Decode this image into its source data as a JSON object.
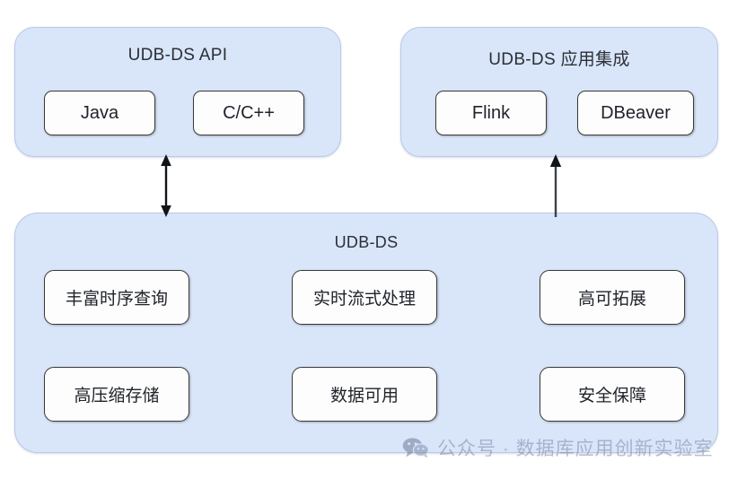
{
  "diagram": {
    "title_hidden": "UDB-DS architecture diagram",
    "panels": [
      {
        "id": "api",
        "title": "UDB-DS  API",
        "items": [
          {
            "label": "Java"
          },
          {
            "label": "C/C++"
          }
        ]
      },
      {
        "id": "integration",
        "title": "UDB-DS 应用集成",
        "items": [
          {
            "label": "Flink"
          },
          {
            "label": "DBeaver"
          }
        ]
      },
      {
        "id": "core",
        "title": "UDB-DS",
        "items": [
          {
            "label": "丰富时序查询"
          },
          {
            "label": "实时流式处理"
          },
          {
            "label": "高可拓展"
          },
          {
            "label": "高压缩存储"
          },
          {
            "label": "数据可用"
          },
          {
            "label": "安全保障"
          }
        ]
      }
    ],
    "connectors": [
      {
        "id": "api-core",
        "from": "api",
        "to": "core",
        "direction": "bidirectional",
        "icon": "double-arrow-vertical-icon"
      },
      {
        "id": "integration-core",
        "from": "integration",
        "to": "core",
        "direction": "up",
        "icon": "arrow-up-icon"
      }
    ],
    "watermark": {
      "icon": "wechat-icon",
      "text": "公众号 · 数据库应用创新实验室"
    },
    "colors": {
      "panel_fill": "#d9e5f9",
      "panel_border": "#b9c9e8",
      "box_fill": "#fdfdfd",
      "box_border": "#3a3a3a",
      "text": "#20242b",
      "background": "#ffffff",
      "watermark_text": "#6d7f9e"
    }
  }
}
